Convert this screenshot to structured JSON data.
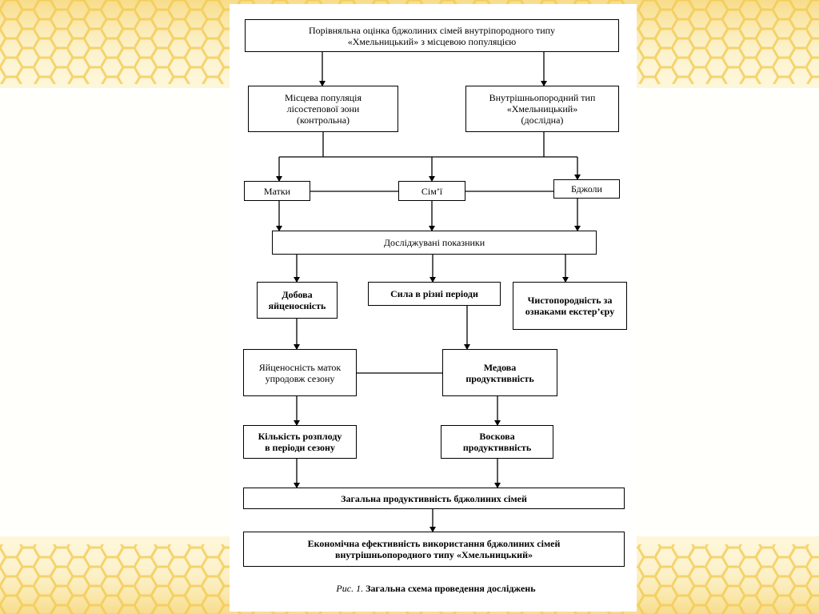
{
  "colors": {
    "honey": "#f2c94c",
    "honey_light": "#f7dc8a",
    "cream": "#fdf6d8",
    "line": "#000000"
  },
  "nodes": {
    "title": "Порівняльна оцінка бджолиних сімей внутріпородного типу\n«Хмельницький» з місцевою популяцією",
    "local_population": "Місцева популяція\nлісостепової зони\n(контрольна)",
    "intrabreed_type": "Внутрішньопородний тип\n«Хмельницький»\n(дослідна)",
    "queens": "Матки",
    "families": "Сім’ї",
    "bees": "Бджоли",
    "indicators": "Досліджувані показники",
    "daily_egg_laying": "Добова\nяйценосність",
    "strength_periods": "Сила в різні періоди",
    "purebred": "Чистопородність за\nознаками екстер’єру",
    "queen_egg_laying": "Яйценосність маток\nупродовж сезону",
    "honey_productivity": "Медова\nпродуктивність",
    "brood_amount": "Кількість розплоду\nв періоди сезону",
    "wax_productivity": "Воскова\nпродуктивність",
    "total_productivity": "Загальна продуктивність бджолиних сімей",
    "economic_efficiency": "Економічна ефективність використання бджолиних сімей\nвнутрішньопородного типу «Хмельницький»"
  },
  "caption": {
    "figure_label": "Рис. 1.",
    "figure_title": "Загальна схема проведення досліджень"
  }
}
